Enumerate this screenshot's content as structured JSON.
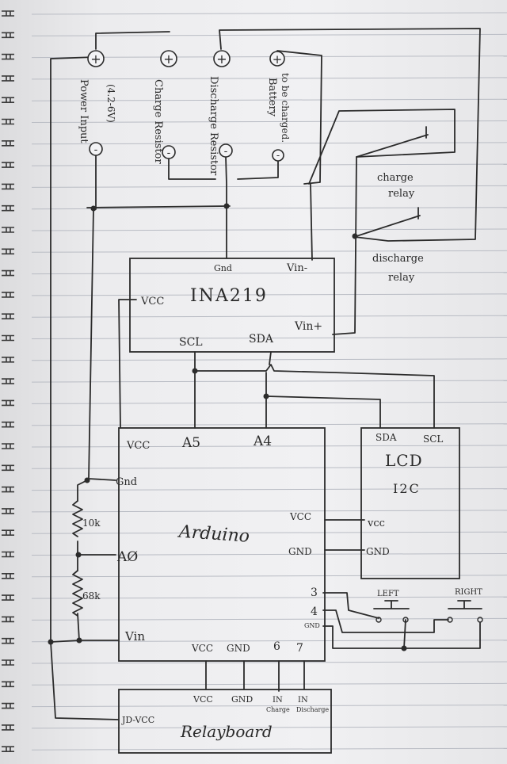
{
  "terminals": {
    "power_input_plus": "+",
    "power_input_minus": "-",
    "power_input_label": "Power Input",
    "power_input_range": "(4.2-6V)",
    "charge_res_plus": "+",
    "charge_res_minus": "-",
    "charge_res_label": "Charge Resistor",
    "discharge_res_plus": "+",
    "discharge_res_minus": "-",
    "discharge_res_label": "Discharge Resistor",
    "battery_plus": "+",
    "battery_minus": "-",
    "battery_label_1": "Battery",
    "battery_label_2": "to be charged."
  },
  "relays": {
    "charge_label_1": "charge",
    "charge_label_2": "relay",
    "discharge_label_1": "discharge",
    "discharge_label_2": "relay"
  },
  "ina219": {
    "title": "INA219",
    "gnd": "Gnd",
    "vin_minus": "Vin-",
    "vcc": "VCC",
    "vin_plus": "Vin+",
    "scl": "SCL",
    "sda": "SDA"
  },
  "arduino": {
    "title": "Arduino",
    "vcc_top": "VCC",
    "a5": "A5",
    "a4": "A4",
    "gnd_left": "Gnd",
    "a0": "AØ",
    "vin": "Vin",
    "vcc_right": "VCC",
    "gnd_right": "GND",
    "pin3": "3",
    "pin4": "4",
    "gnd_small": "GND",
    "vcc_bottom": "VCC",
    "gnd_bottom": "GND",
    "pin6": "6",
    "pin7": "7"
  },
  "lcd": {
    "title_1": "LCD",
    "title_2": "I2C",
    "sda": "SDA",
    "scl": "SCL",
    "vcc": "vcc",
    "gnd": "GND"
  },
  "resistors": {
    "r1": "10k",
    "r2": "68k"
  },
  "buttons": {
    "left": "LEFT",
    "right": "RIGHT"
  },
  "relayboard": {
    "title": "Relayboard",
    "jd_vcc": "JD-VCC",
    "vcc": "VCC",
    "gnd": "GND",
    "in_charge": "IN",
    "in_charge_sub": "Charge",
    "in_discharge": "IN",
    "in_discharge_sub": "Discharge"
  }
}
